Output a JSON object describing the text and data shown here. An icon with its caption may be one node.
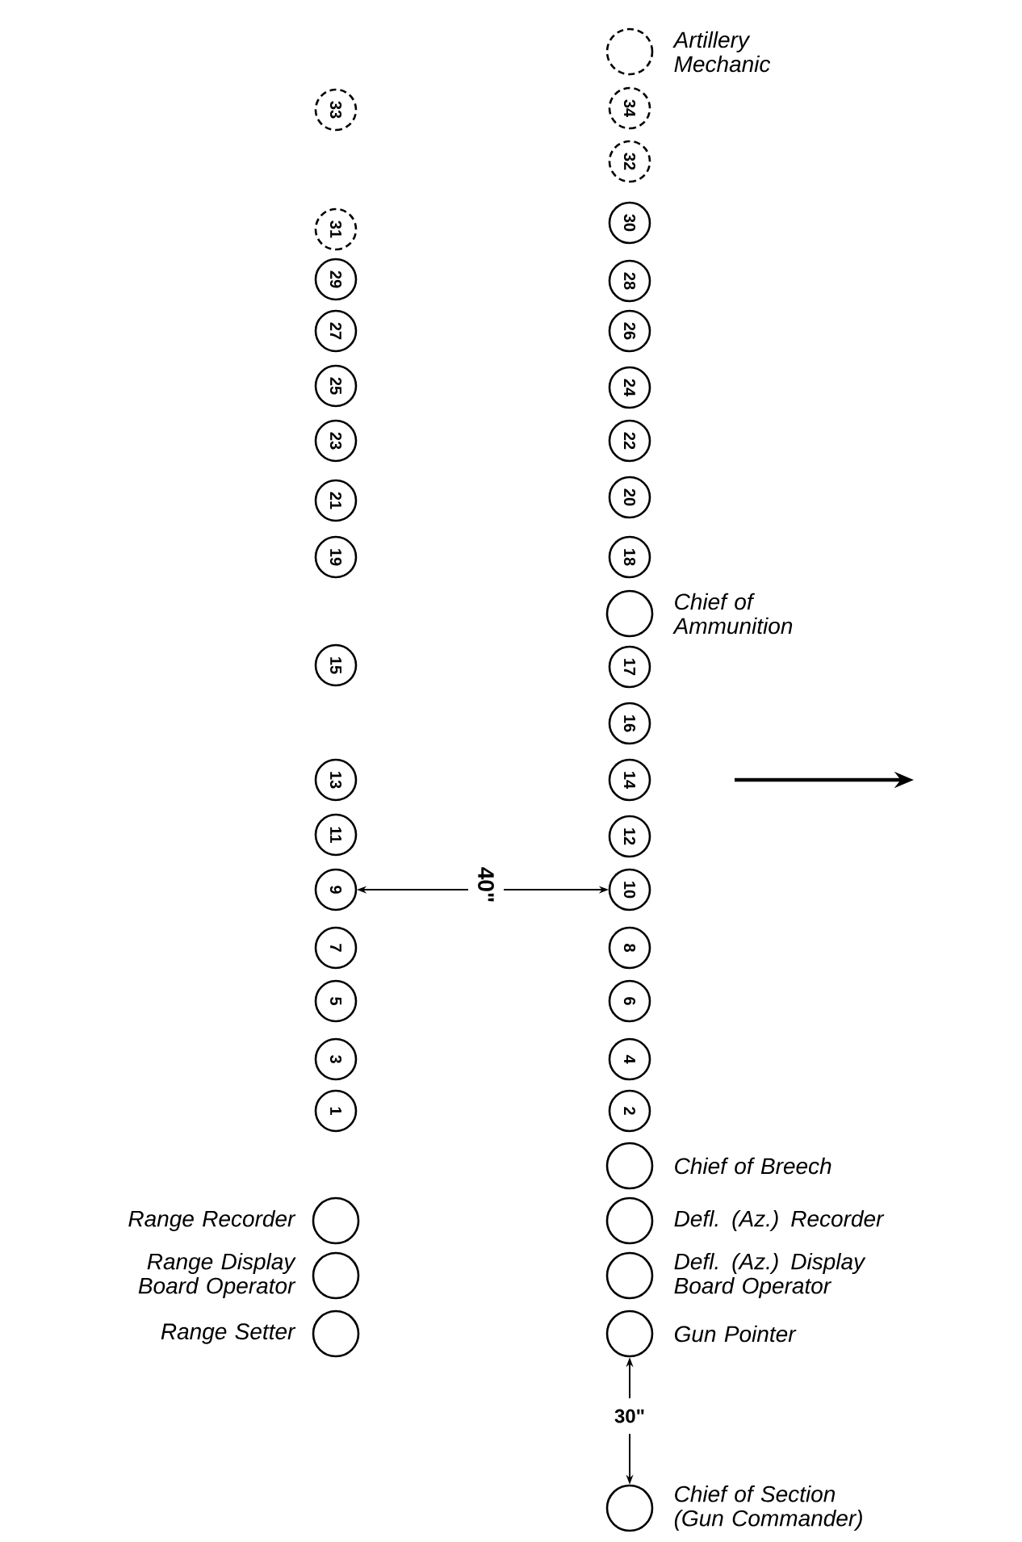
{
  "diagram": {
    "nodes": [
      {
        "text": [],
        "shape": "circle",
        "beside": [
          "Artillery Mechanic"
        ]
      },
      {
        "text": [
          "34"
        ]
      },
      {
        "text": [
          "33"
        ]
      },
      {
        "text": [
          "32"
        ]
      },
      {
        "text": [
          "30"
        ]
      },
      {
        "text": [
          "31"
        ]
      },
      {
        "text": [
          "29"
        ]
      },
      {
        "text": [
          "28"
        ]
      },
      {
        "text": [
          "27"
        ]
      },
      {
        "text": [
          "26"
        ]
      },
      {
        "text": [
          "25"
        ]
      },
      {
        "text": [
          "24"
        ]
      },
      {
        "text": [
          "23"
        ]
      },
      {
        "text": [
          "22"
        ]
      },
      {
        "text": [
          "20"
        ]
      },
      {
        "text": [
          "21"
        ]
      },
      {
        "text": [
          "19"
        ]
      },
      {
        "text": [
          "18"
        ]
      },
      {
        "text": [],
        "shape": "circle",
        "beside": [
          "Chief of Ammunition"
        ]
      },
      {
        "text": [
          "15"
        ]
      },
      {
        "text": [
          "17"
        ]
      },
      {
        "text": [
          "16"
        ]
      },
      {
        "text": [
          "13"
        ]
      },
      {
        "text": [
          "14"
        ]
      },
      {
        "text": [
          "11"
        ]
      },
      {
        "text": [
          "12"
        ]
      },
      {
        "text": [
          "9"
        ]
      },
      {
        "text": [
          "10"
        ]
      },
      {
        "text": [
          "7"
        ]
      },
      {
        "text": [
          "8"
        ]
      },
      {
        "text": [
          "5"
        ]
      },
      {
        "text": [
          "6"
        ]
      },
      {
        "text": [
          "3"
        ]
      },
      {
        "text": [
          "4"
        ]
      },
      {
        "text": [
          "1"
        ]
      },
      {
        "text": [
          "2"
        ]
      },
      {
        "text": [],
        "shape": "circle",
        "beside": [
          "Chief of Breech"
        ]
      },
      {
        "text": [],
        "shape": "circle",
        "beside": [
          "Range Recorder"
        ]
      },
      {
        "text": [],
        "shape": "circle",
        "beside": [
          "Defl. (Az.) Recorder"
        ]
      },
      {
        "text": [],
        "shape": "circle",
        "beside": [
          "Range Display Board Operator"
        ]
      },
      {
        "text": [],
        "shape": "circle",
        "beside": [
          "Defl. (Az.) Display Board Operator"
        ]
      },
      {
        "text": [],
        "shape": "circle",
        "beside": [
          "Range Setter"
        ]
      },
      {
        "text": [],
        "shape": "circle",
        "beside": [
          "Gun Pointer"
        ]
      },
      {
        "text": [],
        "shape": "circle",
        "beside": [
          "Chief of Section (Gun Commander)"
        ]
      }
    ],
    "labels": [
      "40\"",
      "30\""
    ]
  }
}
